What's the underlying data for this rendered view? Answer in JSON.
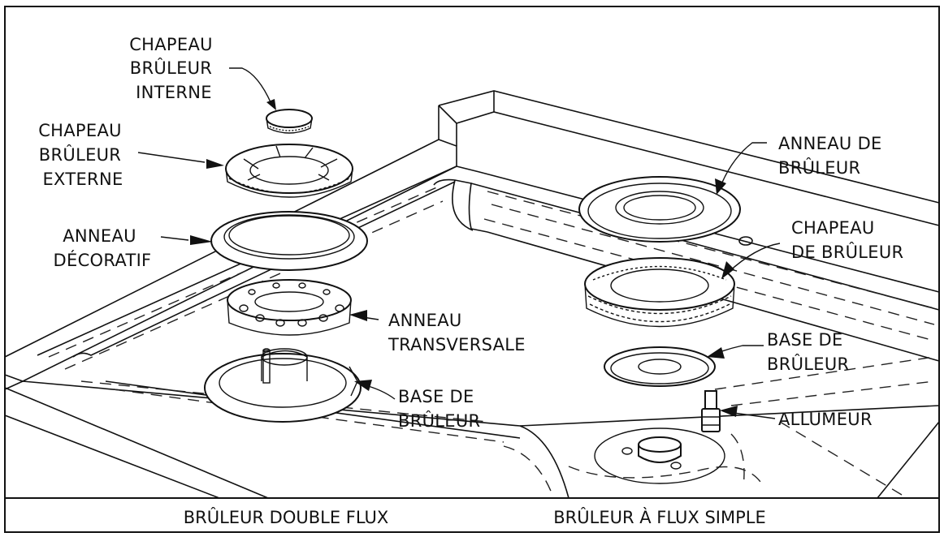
{
  "labels": {
    "inner_cap": [
      "CHAPEAU",
      "BRÛLEUR",
      "INTERNE"
    ],
    "outer_cap": [
      "CHAPEAU",
      "BRÛLEUR",
      "EXTERNE"
    ],
    "decor_ring": [
      "ANNEAU",
      "DÉCORATIF"
    ],
    "cross_ring": [
      "ANNEAU",
      "TRANSVERSALE"
    ],
    "dual_base": [
      "BASE DE",
      "BRÛLEUR"
    ],
    "burner_ring": [
      "ANNEAU DE",
      "BRÛLEUR"
    ],
    "single_cap": [
      "CHAPEAU",
      "DE BRÛLEUR"
    ],
    "single_base": [
      "BASE DE",
      "BRÛLEUR"
    ],
    "igniter": [
      "ALLUMEUR"
    ]
  },
  "captions": {
    "dual": "BRÛLEUR DOUBLE FLUX",
    "single": "BRÛLEUR À FLUX SIMPLE"
  }
}
